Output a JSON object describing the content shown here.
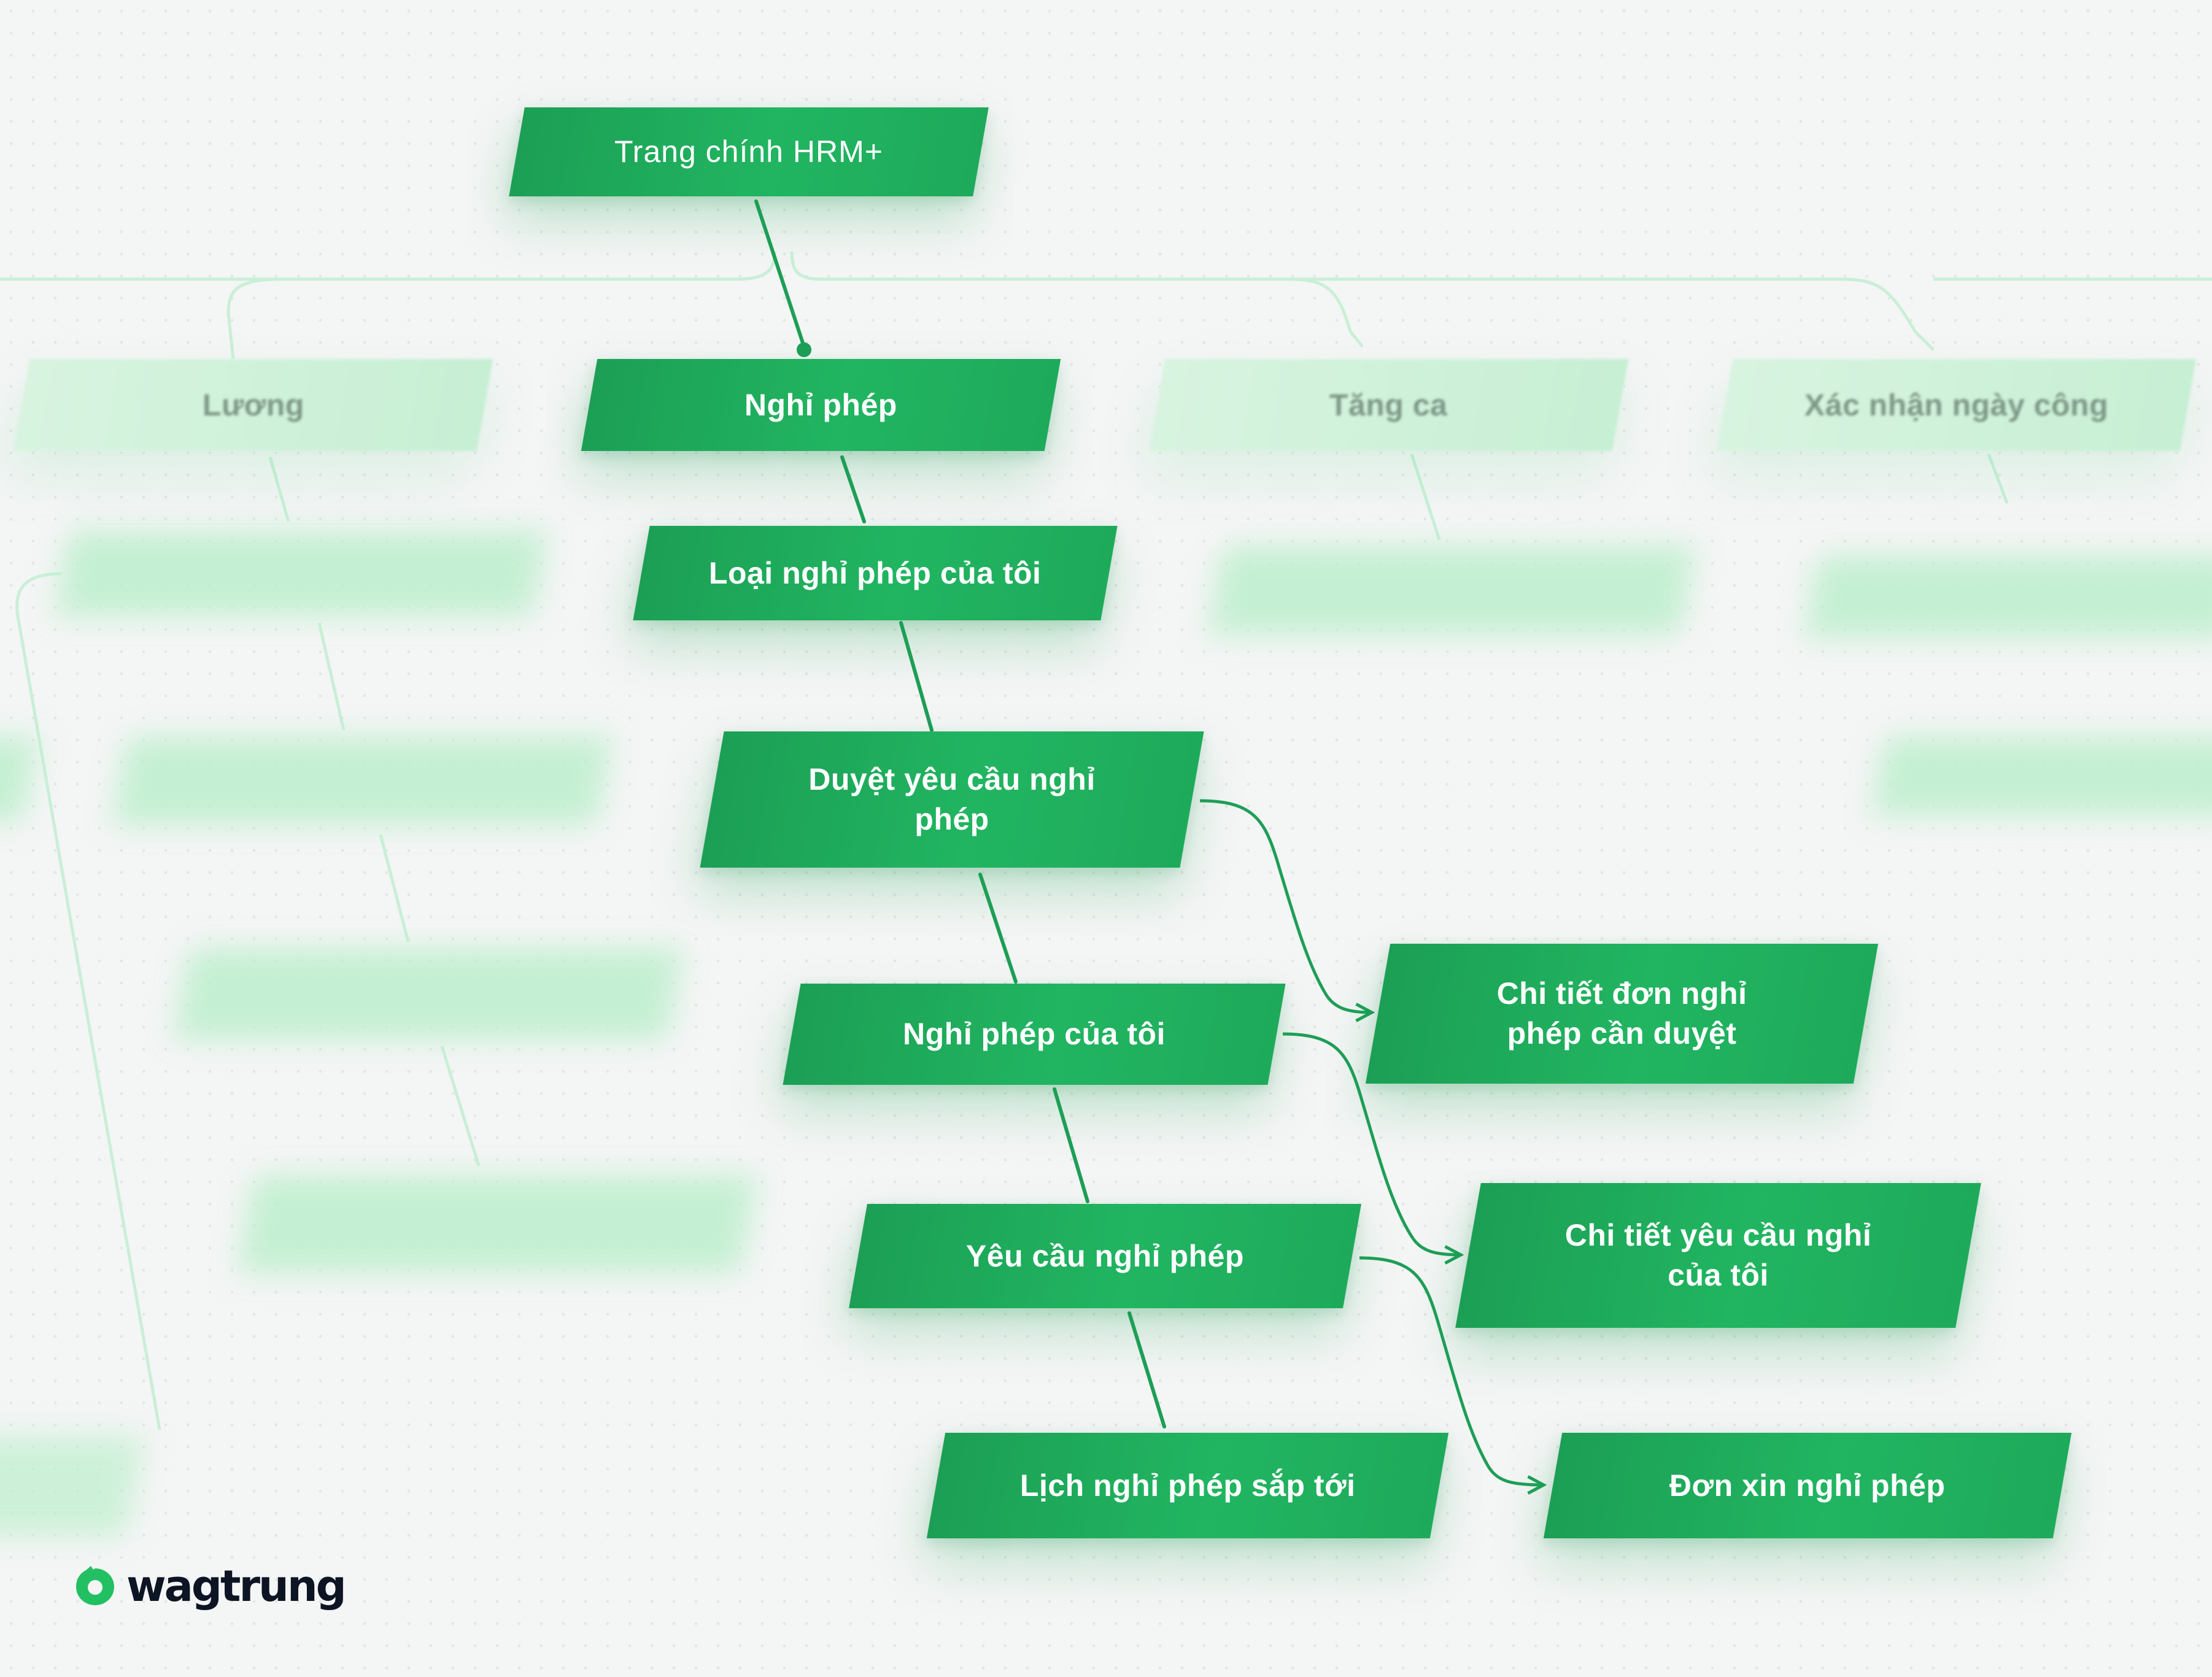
{
  "diagram": {
    "root": "Trang chính HRM+",
    "branches": [
      "Lương",
      "Nghỉ phép",
      "Tăng ca",
      "Xác nhận ngày công"
    ],
    "active_branch_children": [
      "Loại nghỉ phép của tôi",
      "Duyệt yêu cầu nghỉ phép",
      "Nghỉ phép của tôi",
      "Yêu cầu nghỉ phép",
      "Lịch nghỉ phép sắp tới"
    ],
    "detail_screens": [
      "Chi tiết đơn nghỉ phép cần duyệt",
      "Chi tiết yêu cầu nghỉ của tôi",
      "Đơn xin nghỉ phép"
    ]
  },
  "brand": {
    "name": "wagtrung"
  },
  "colors": {
    "node_green": "#21b561",
    "node_green_dark": "#1c9f55",
    "faded_green": "#c7efd4",
    "line_green": "#1e9e57",
    "logo_green": "#22c063",
    "logo_text": "#0d1424"
  }
}
